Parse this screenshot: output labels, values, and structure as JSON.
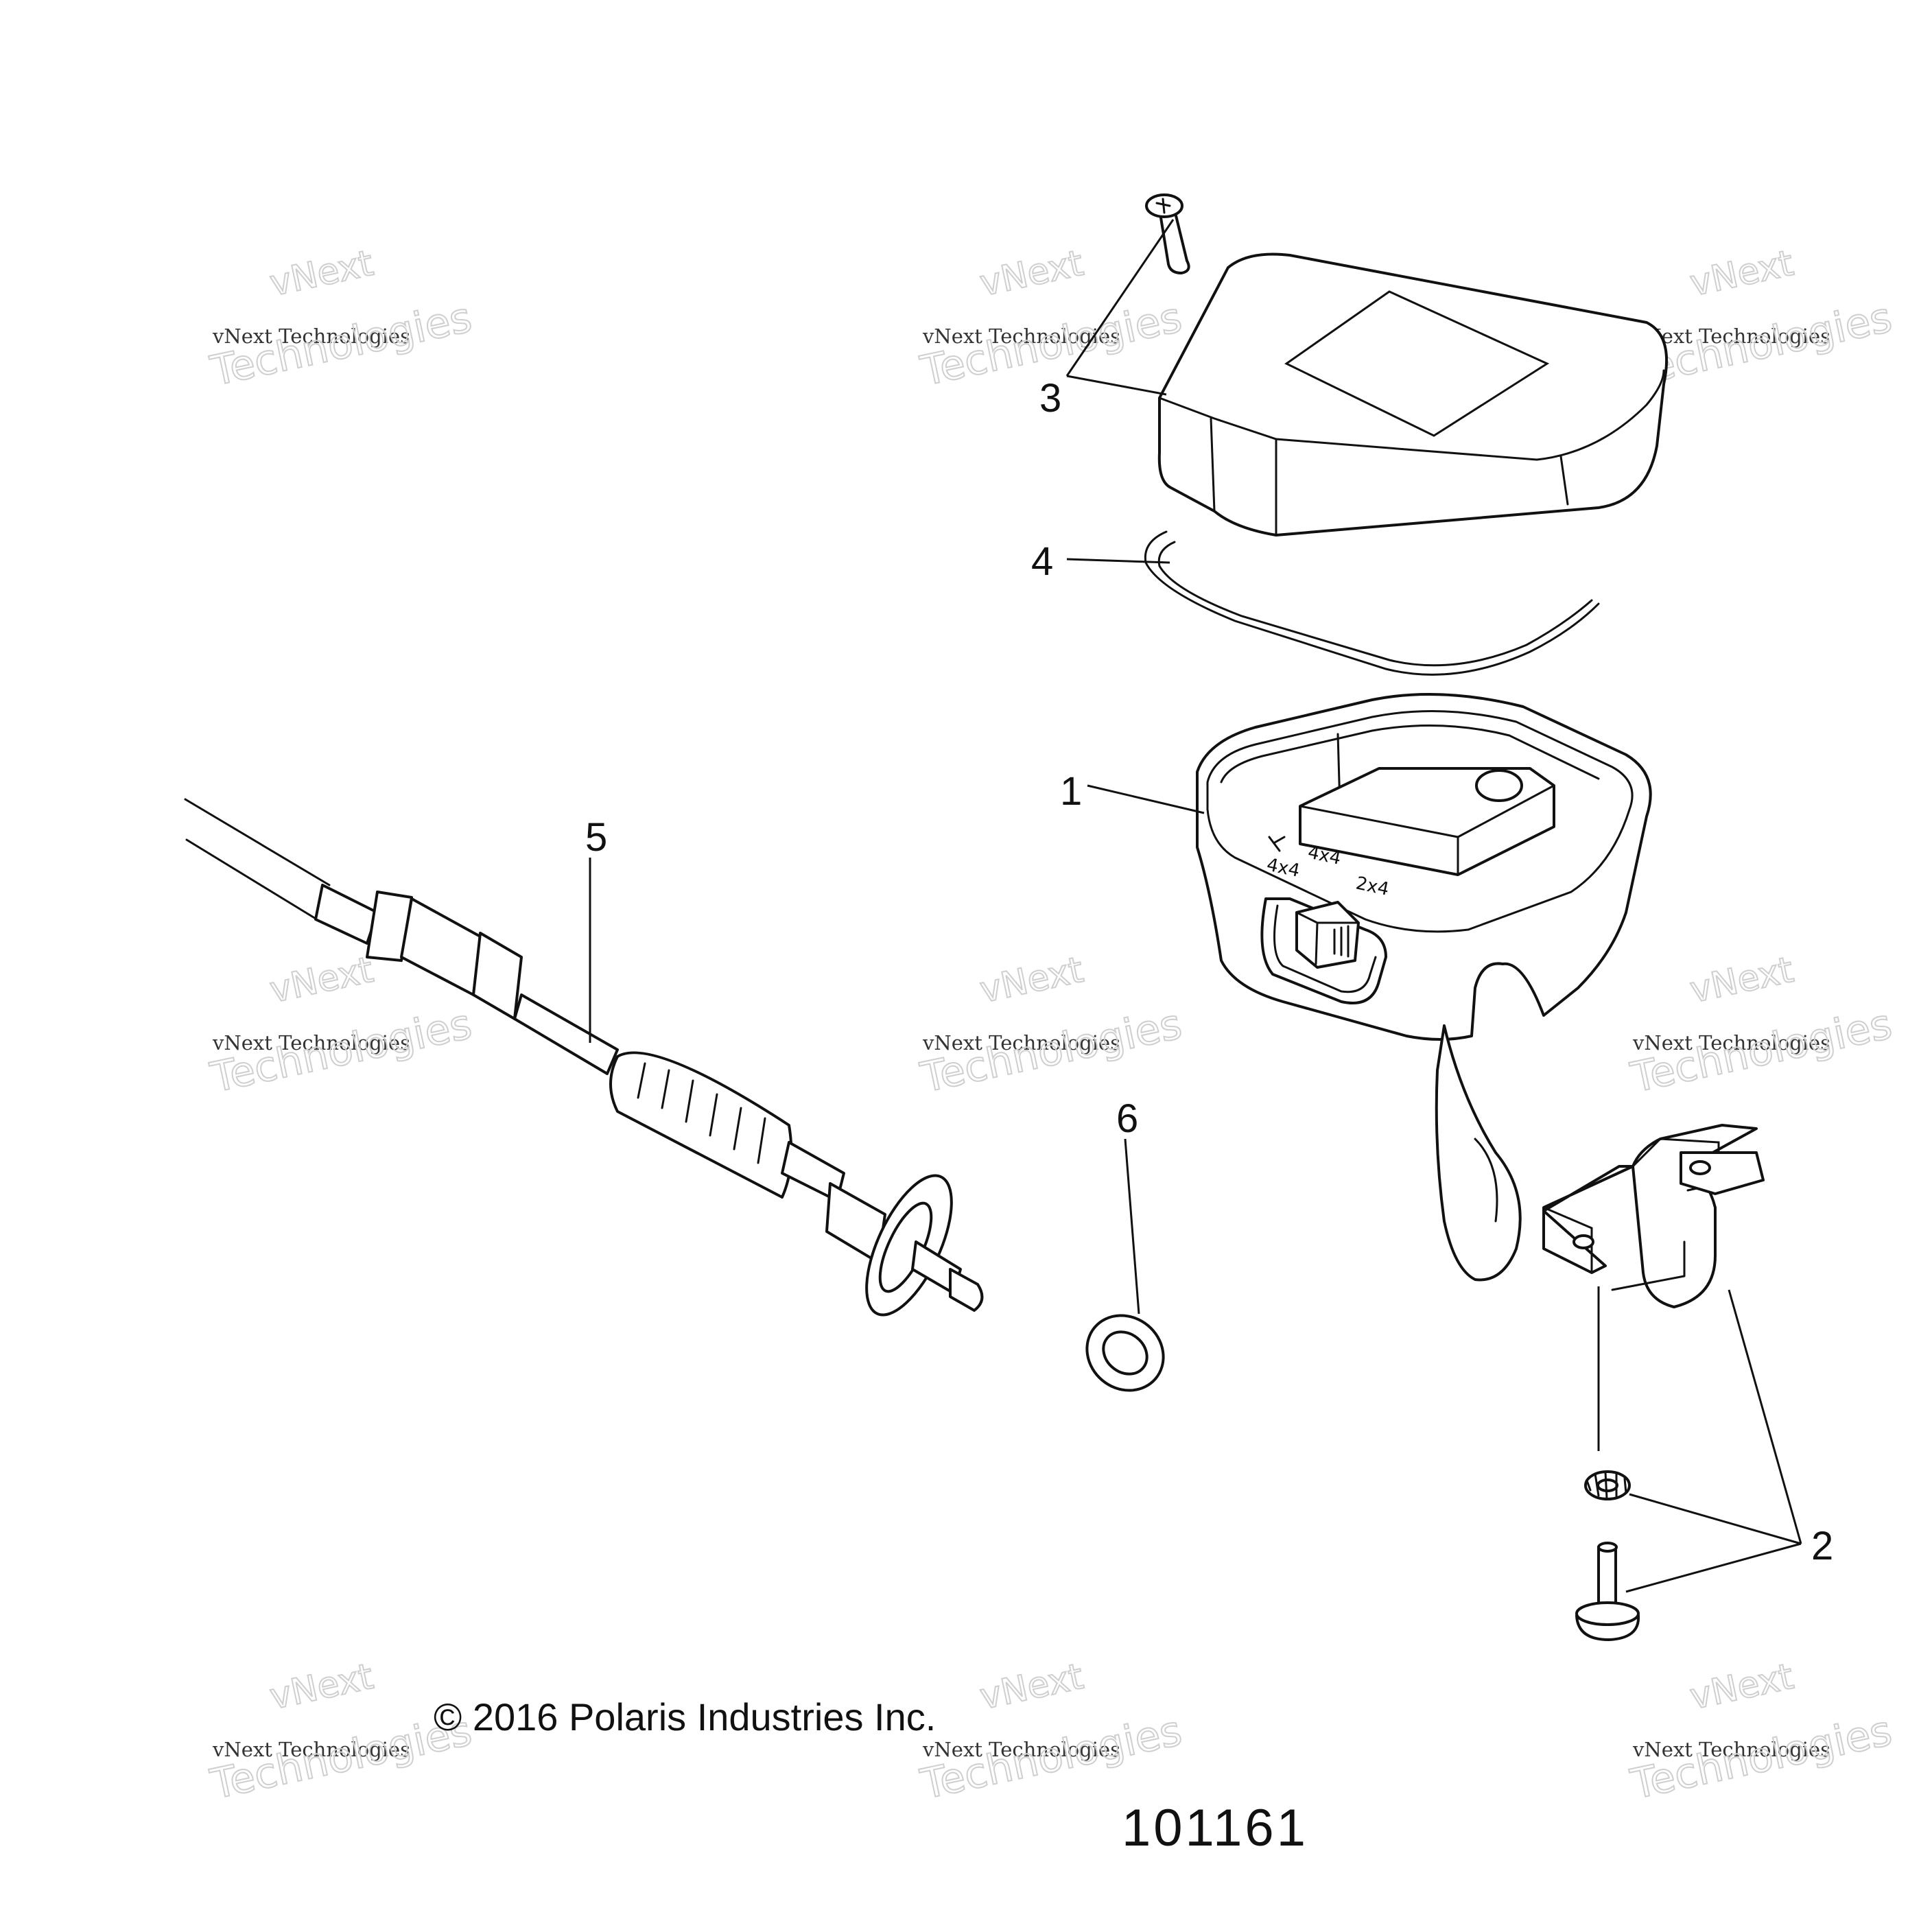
{
  "figure": {
    "copyright": "© 2016 Polaris Industries Inc.",
    "figure_number": "101161"
  },
  "callouts": [
    "1",
    "2",
    "3",
    "4",
    "5",
    "6"
  ],
  "switch_markings": {
    "mode_1": "4x4",
    "mode_2": "4x4",
    "mode_3": "2x4"
  },
  "watermark": {
    "line1": "vNext",
    "line2": "vNext Technologies",
    "line3": "Technologies"
  }
}
